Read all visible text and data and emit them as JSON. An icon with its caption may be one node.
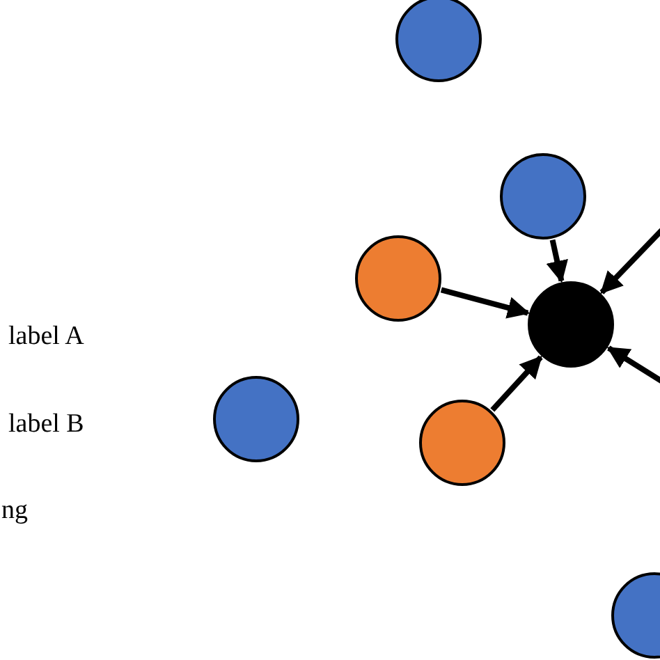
{
  "diagram": {
    "nodes": [
      {
        "text": [],
        "shape": "circle"
      },
      {
        "text": [],
        "shape": "circle"
      },
      {
        "text": [],
        "shape": "circle"
      },
      {
        "text": [],
        "shape": "circle"
      },
      {
        "text": [],
        "shape": "circle"
      },
      {
        "text": [],
        "shape": "circle"
      },
      {
        "text": [],
        "shape": "circle"
      }
    ],
    "edges": [
      {
        "from": 1,
        "to": 3,
        "arrow": "to"
      },
      {
        "from": 2,
        "to": 3,
        "arrow": "to"
      },
      {
        "from": 5,
        "to": 3,
        "arrow": "to"
      },
      {
        "from": null,
        "to": 3,
        "arrow": "to"
      },
      {
        "from": null,
        "to": 3,
        "arrow": "to"
      }
    ],
    "labels": [
      "label A",
      "label B",
      "ng"
    ]
  }
}
